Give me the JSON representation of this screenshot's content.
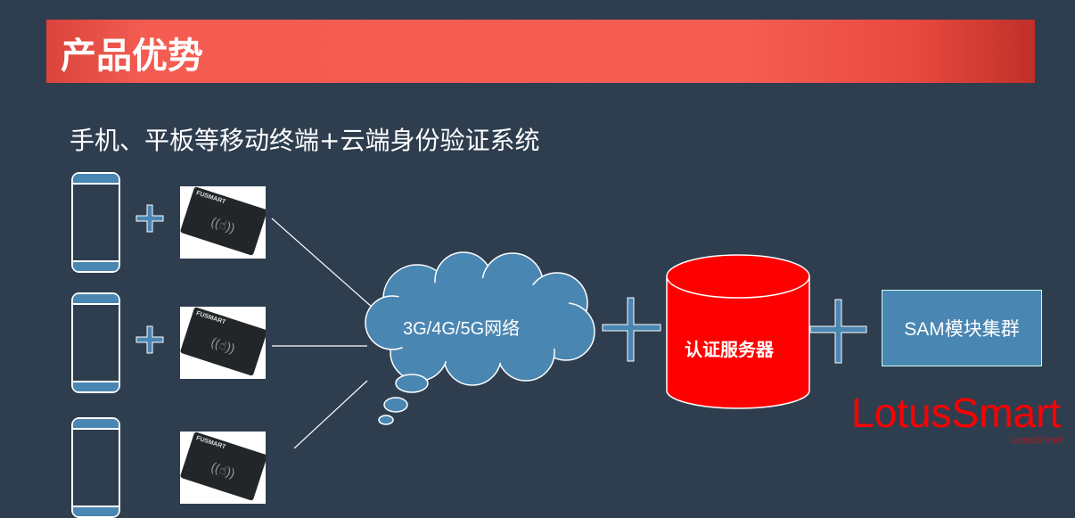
{
  "title": "产品优势",
  "subtitle": "手机、平板等移动终端+云端身份验证系统",
  "card_brand": "FUSMART",
  "cloud_label": "3G/4G/5G网络",
  "server_label": "认证服务器",
  "sam_label": "SAM模块集群",
  "watermark": "LotusSmart",
  "watermark_small": "LotusSmart",
  "colors": {
    "background": "#2e3e4f",
    "title_bar": "#f65d53",
    "accent_blue": "#4a86b2",
    "server_red": "#ff0000"
  }
}
